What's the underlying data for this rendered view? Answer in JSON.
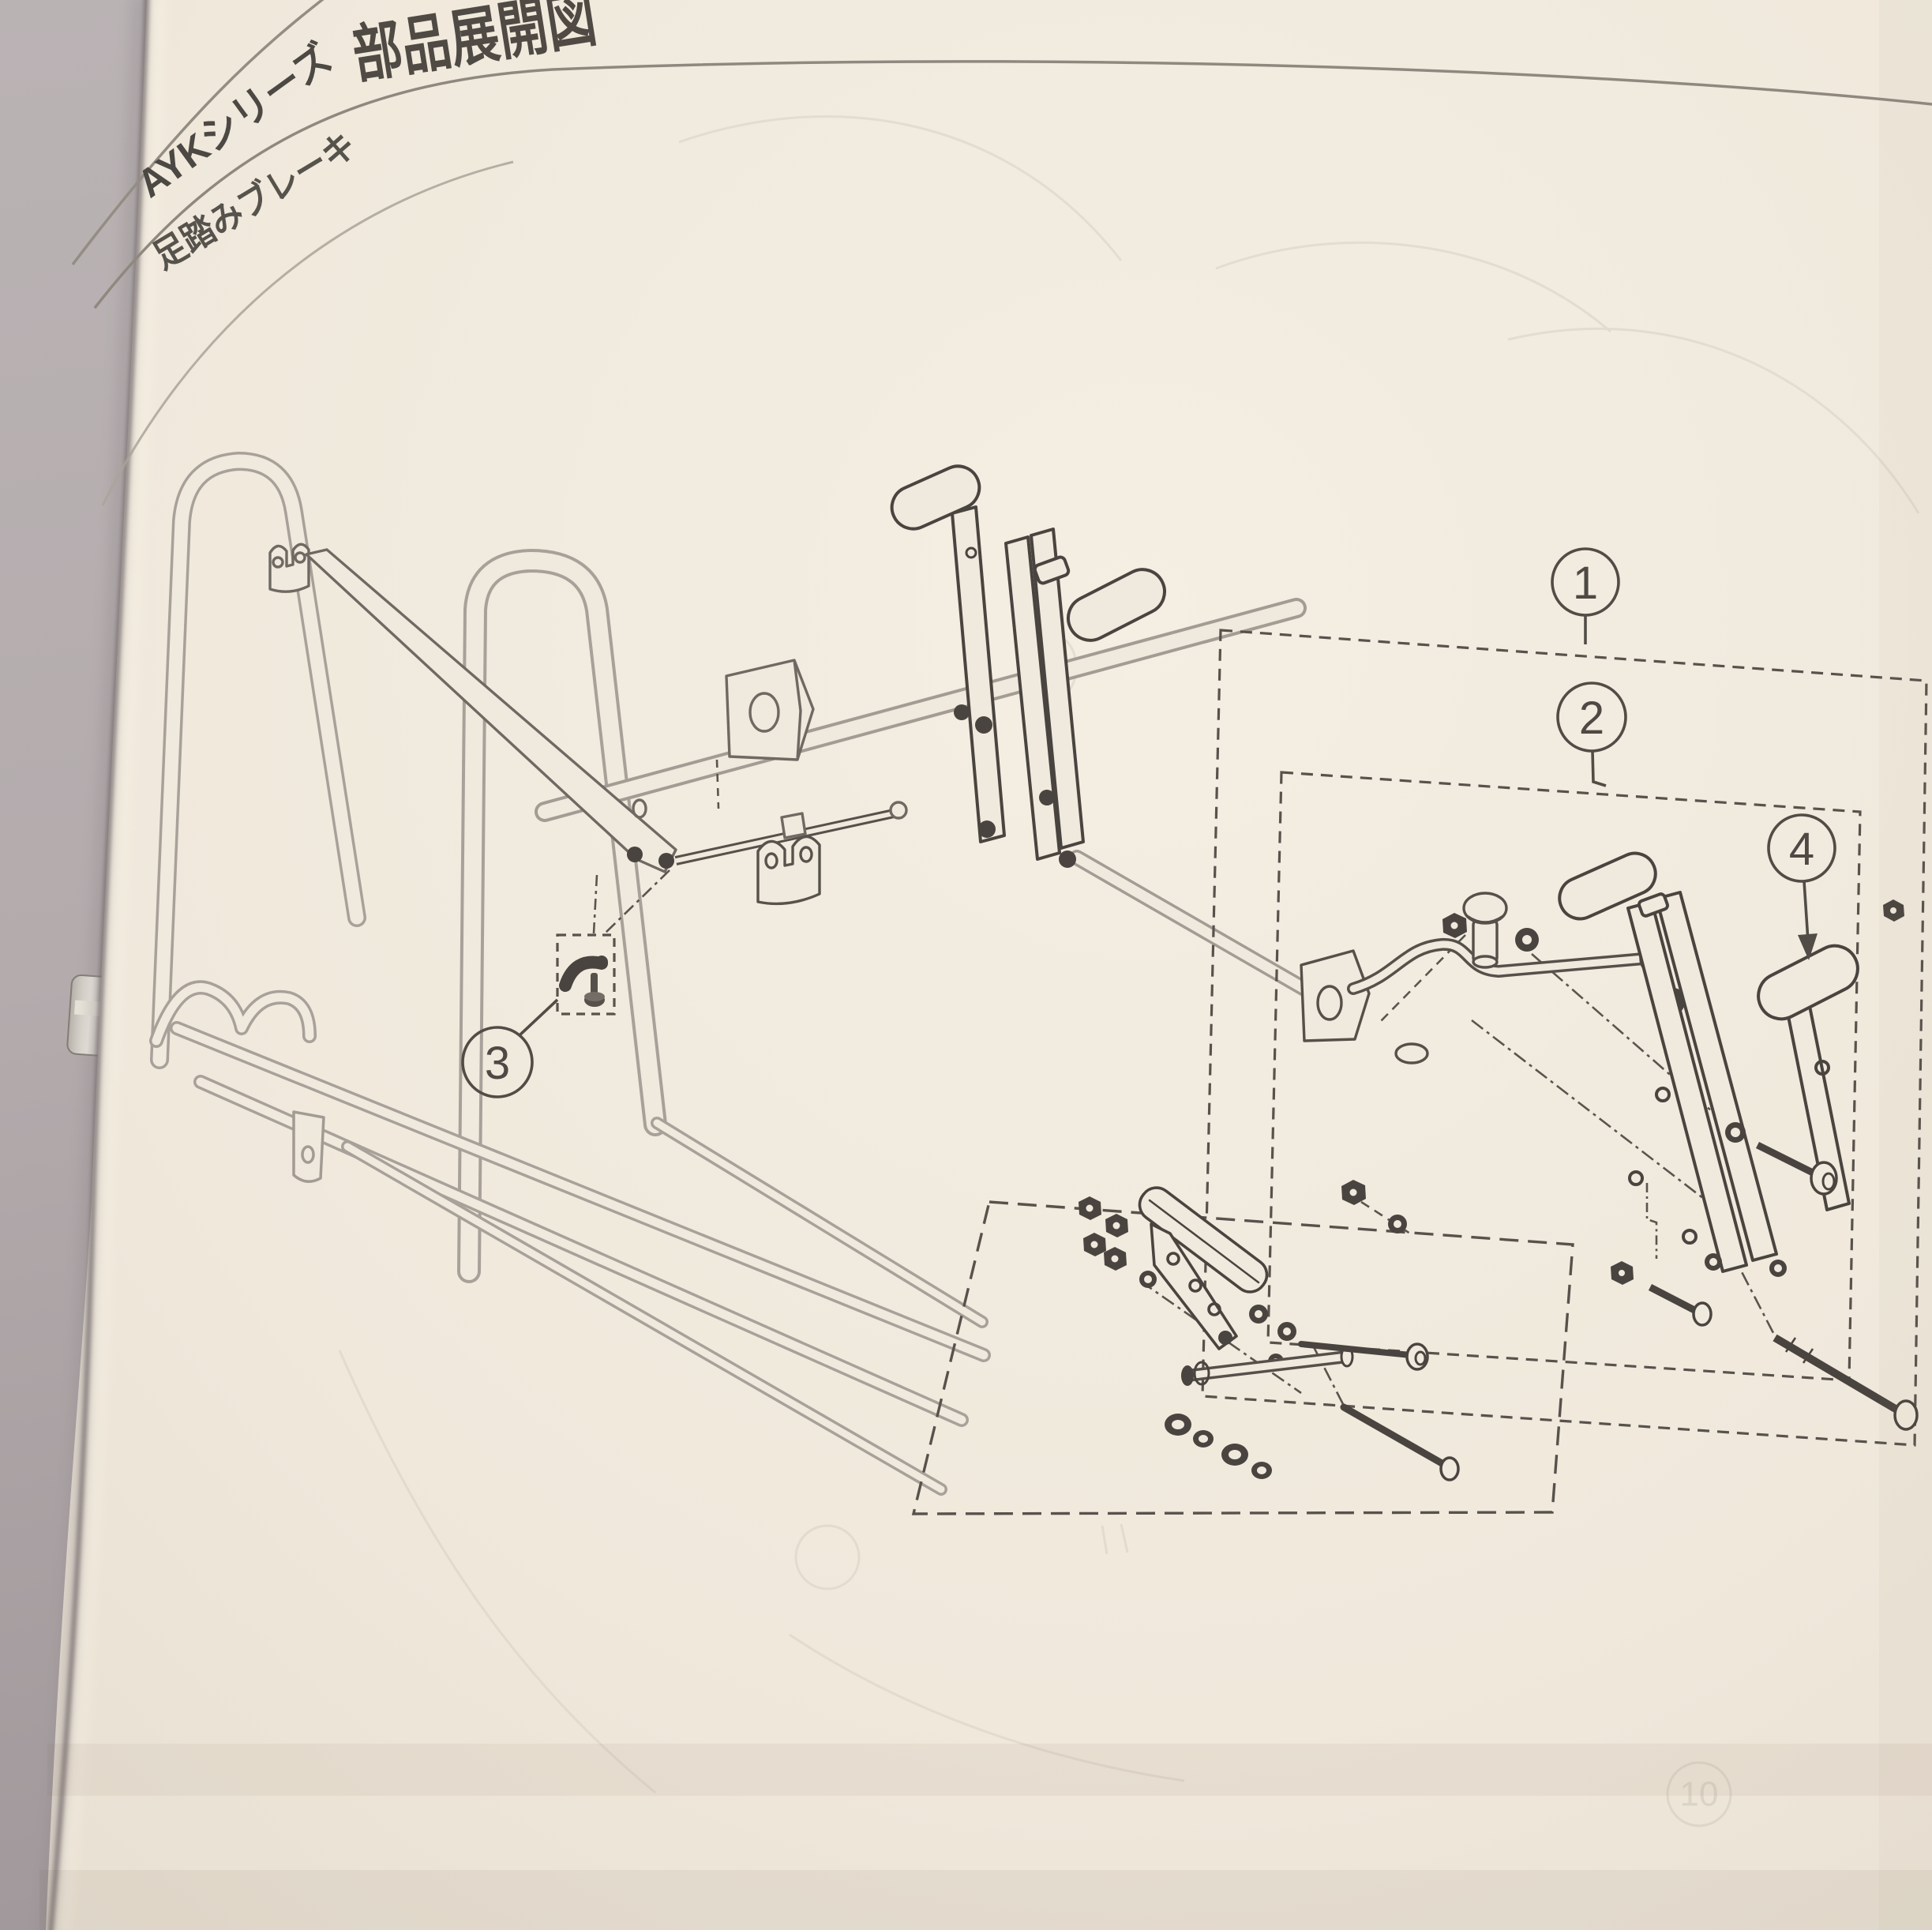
{
  "page": {
    "series": "AYKシリーズ",
    "title": "部品展開図",
    "subtitle": "足踏みブレーキ"
  },
  "callouts": [
    {
      "label": "1"
    },
    {
      "label": "2"
    },
    {
      "label": "3"
    },
    {
      "label": "4"
    }
  ],
  "ghost": {
    "label": "10"
  },
  "colors": {
    "background_gray": "#b5adae",
    "page_paper": "#f0e9dd",
    "ink_dark": "#49443f",
    "ink_medium": "#6f6963",
    "ink_light": "#a8a19a",
    "dashed_line": "#57524c"
  }
}
